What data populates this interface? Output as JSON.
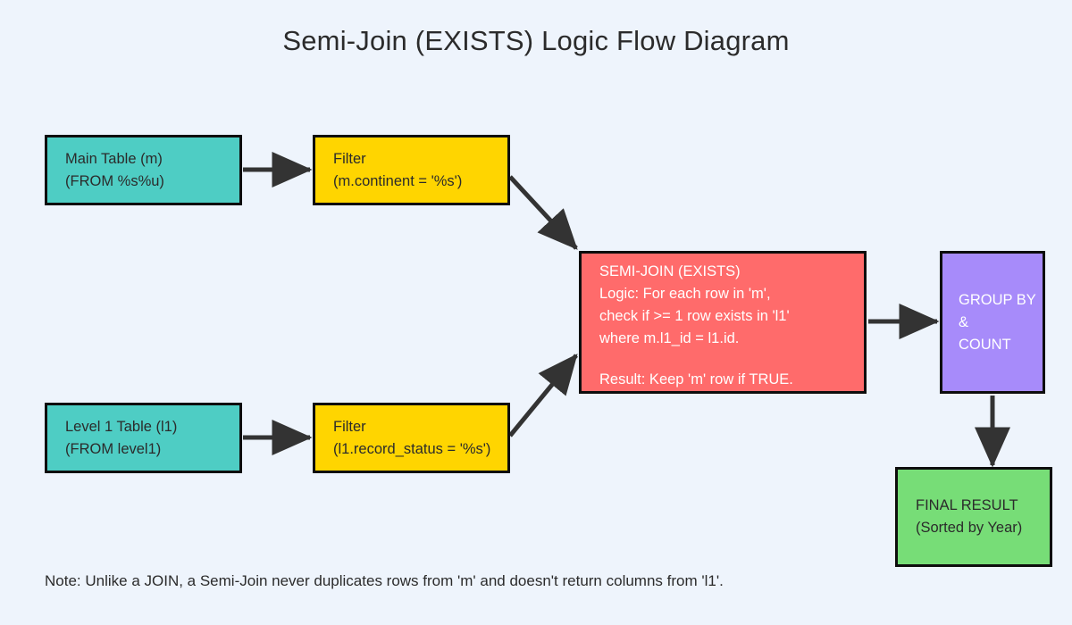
{
  "title": "Semi-Join (EXISTS) Logic Flow Diagram",
  "note": "Note: Unlike a JOIN, a Semi-Join never duplicates rows from 'm' and doesn't return columns from 'l1'.",
  "colors": {
    "background": "#eef4fc",
    "source_table": "#4ecdc4",
    "filter": "#ffd500",
    "semi_join": "#ff6b6b",
    "aggregate": "#a78bfa",
    "final_result": "#77dd77",
    "border": "#0d0d0d",
    "arrow": "#333333",
    "text_dark": "#2b2b2b",
    "text_light": "#ffffff"
  },
  "nodes": {
    "main_table": {
      "line1": "Main Table (m)",
      "line2": "(FROM %s%u)"
    },
    "filter_main": {
      "line1": "Filter",
      "line2": "(m.continent = '%s')"
    },
    "level1_table": {
      "line1": "Level 1 Table (l1)",
      "line2": "(FROM level1)"
    },
    "filter_level1": {
      "line1": "Filter",
      "line2": "(l1.record_status = '%s')"
    },
    "semi_join": {
      "line1": "SEMI-JOIN (EXISTS)",
      "line2": "Logic: For each row in 'm',",
      "line3": "check if >= 1 row exists in 'l1'",
      "line4": "where m.l1_id = l1.id.",
      "line5": "Result: Keep 'm' row if TRUE."
    },
    "group_count": {
      "line1": "GROUP BY",
      "line2": "&",
      "line3": "COUNT"
    },
    "final_result": {
      "line1": "FINAL RESULT",
      "line2": "(Sorted by Year)"
    }
  }
}
